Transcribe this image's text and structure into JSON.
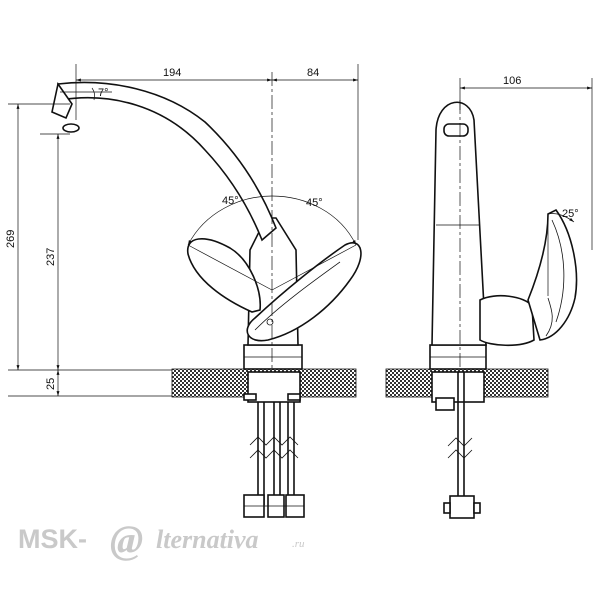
{
  "diagram": {
    "dimensions": {
      "spout_reach": "194",
      "base_offset": "84",
      "side_depth": "106",
      "total_height": "269",
      "body_height": "237",
      "counter_thickness": "25"
    },
    "angles": {
      "spout_tilt": "7°",
      "handle_left": "45°",
      "handle_right": "45°",
      "side_handle": "25°"
    }
  },
  "watermark": {
    "brand_prefix": "MSK-",
    "at_symbol": "@",
    "brand_name": "lternativa",
    "domain_suffix": ".ru"
  },
  "colors": {
    "line": "#111111",
    "watermark": "#c9c9c9",
    "background": "#ffffff"
  }
}
